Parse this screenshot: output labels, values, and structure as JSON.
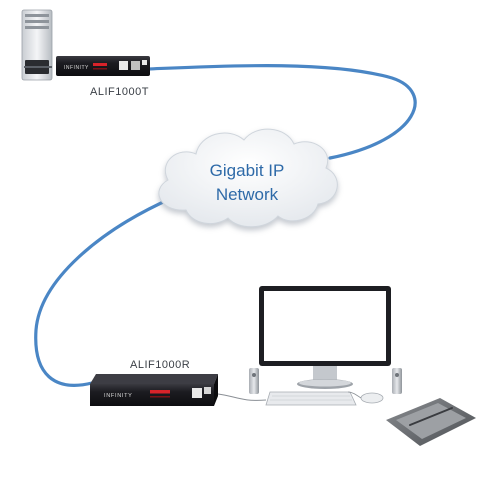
{
  "diagram": {
    "network": {
      "line1": "Gigabit IP",
      "line2": "Network"
    },
    "transmitter": {
      "label": "ALIF1000T",
      "brand": "INFINITY"
    },
    "receiver": {
      "label": "ALIF1000R",
      "brand": "INFINITY"
    },
    "colors": {
      "cable": "#4a86c5",
      "cloud_text": "#2e6aa8",
      "unit_body": "#1b1b1f",
      "led": "#d8232a"
    }
  }
}
